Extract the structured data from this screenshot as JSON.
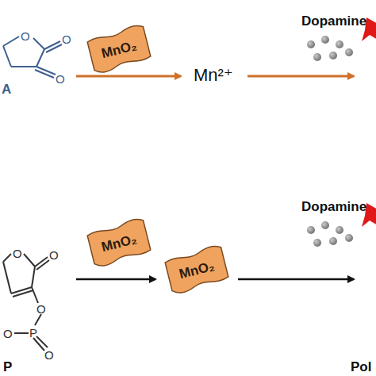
{
  "diagram": {
    "nodes": [
      {
        "text": [
          "MnO₂"
        ]
      },
      {
        "text": [
          "MnO₂"
        ]
      },
      {
        "text": [
          "MnO₂"
        ]
      }
    ],
    "labels": [
      "O",
      "O",
      "O",
      "A",
      "Mn²⁺",
      "Dopamine",
      "O",
      "O",
      "O",
      "P",
      "O",
      "O",
      "Dopamine",
      "P",
      "Pol"
    ]
  }
}
